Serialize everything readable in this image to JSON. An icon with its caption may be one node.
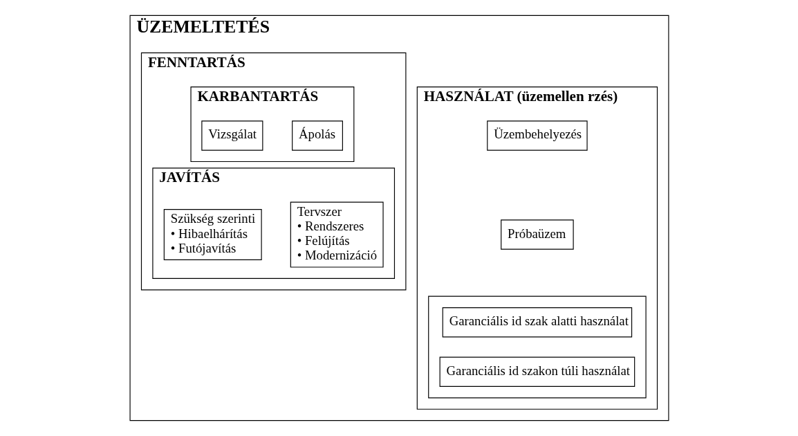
{
  "diagram": {
    "nodes": [
      {
        "text": [
          "ÜZEMELTETÉS"
        ]
      },
      {
        "text": [
          "HASZNÁLAT (üzemellen rzés)"
        ],
        "in": 0
      },
      {
        "text": [
          "Üzembehelyezés"
        ],
        "in": 1
      },
      {
        "text": [
          "Próbaüzem"
        ],
        "in": 1
      },
      {
        "text": [],
        "shape": "box",
        "in": 1
      },
      {
        "text": [
          "Garanciális id szak alatti használat"
        ],
        "in": 4
      },
      {
        "text": [
          "Garanciális id szakon túli használat"
        ],
        "in": 4
      },
      {
        "text": [
          "FENNTARTÁS"
        ],
        "in": 0
      },
      {
        "text": [
          "KARBANTARTÁS"
        ],
        "in": 7
      },
      {
        "text": [
          "Ápolás"
        ],
        "in": 8
      },
      {
        "text": [
          "Vizsgálat"
        ],
        "in": 8
      },
      {
        "text": [
          "JAVÍTÁS"
        ],
        "in": 7
      },
      {
        "text": [
          "Tervszer",
          "• Rendszeres",
          "• Felújítás",
          "• Modernizáció"
        ],
        "in": 11
      },
      {
        "text": [
          "Szükség szerinti",
          "• Hibaelhárítás",
          "• Futójavítás"
        ],
        "in": 11
      }
    ]
  }
}
